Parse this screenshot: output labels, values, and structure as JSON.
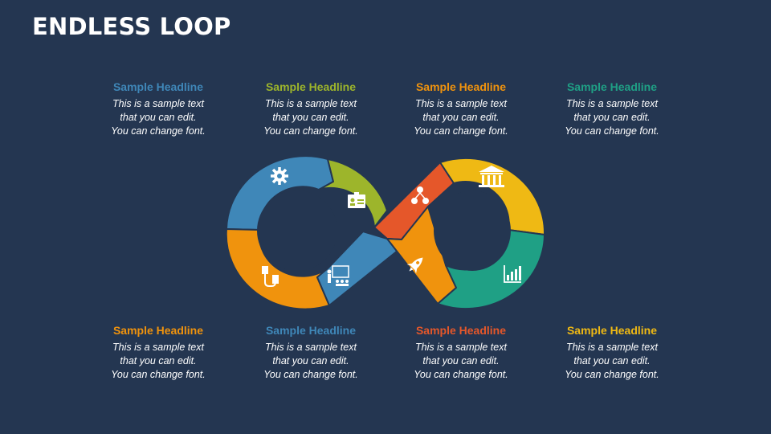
{
  "title": "ENDLESS LOOP",
  "colors": {
    "background": "#243651",
    "blue": "#3f87b8",
    "green": "#9db52b",
    "orange": "#f0930d",
    "red": "#e5572a",
    "yellow": "#efb914",
    "teal": "#1fa085"
  },
  "top_blocks": [
    {
      "headline": "Sample Headline",
      "color": "#3f87b8",
      "lines": [
        "This is a sample text",
        "that you can edit.",
        "You can change font."
      ]
    },
    {
      "headline": "Sample Headline",
      "color": "#9db52b",
      "lines": [
        "This is a sample text",
        "that you can edit.",
        "You can change font."
      ]
    },
    {
      "headline": "Sample Headline",
      "color": "#f0930d",
      "lines": [
        "This is a sample text",
        "that you can edit.",
        "You can change font."
      ]
    },
    {
      "headline": "Sample Headline",
      "color": "#1fa085",
      "lines": [
        "This is a sample text",
        "that you can edit.",
        "You can change font."
      ]
    }
  ],
  "bottom_blocks": [
    {
      "headline": "Sample Headline",
      "color": "#f0930d",
      "lines": [
        "This is a sample text",
        "that you can edit.",
        "You can change font."
      ]
    },
    {
      "headline": "Sample Headline",
      "color": "#3f87b8",
      "lines": [
        "This is a sample text",
        "that you can edit.",
        "You can change font."
      ]
    },
    {
      "headline": "Sample Headline",
      "color": "#e5572a",
      "lines": [
        "This is a sample text",
        "that you can edit.",
        "You can change font."
      ]
    },
    {
      "headline": "Sample Headline",
      "color": "#efb914",
      "lines": [
        "This is a sample text",
        "that you can edit.",
        "You can change font."
      ]
    }
  ],
  "loop_segments": [
    {
      "icon": "gear-icon",
      "color": "#3f87b8"
    },
    {
      "icon": "id-card-icon",
      "color": "#9db52b"
    },
    {
      "icon": "usb-cable-icon",
      "color": "#f0930d"
    },
    {
      "icon": "presentation-icon",
      "color": "#3f87b8"
    },
    {
      "icon": "network-icon",
      "color": "#e5572a"
    },
    {
      "icon": "bank-icon",
      "color": "#efb914"
    },
    {
      "icon": "rocket-icon",
      "color": "#f0930d"
    },
    {
      "icon": "bar-chart-icon",
      "color": "#1fa085"
    }
  ]
}
